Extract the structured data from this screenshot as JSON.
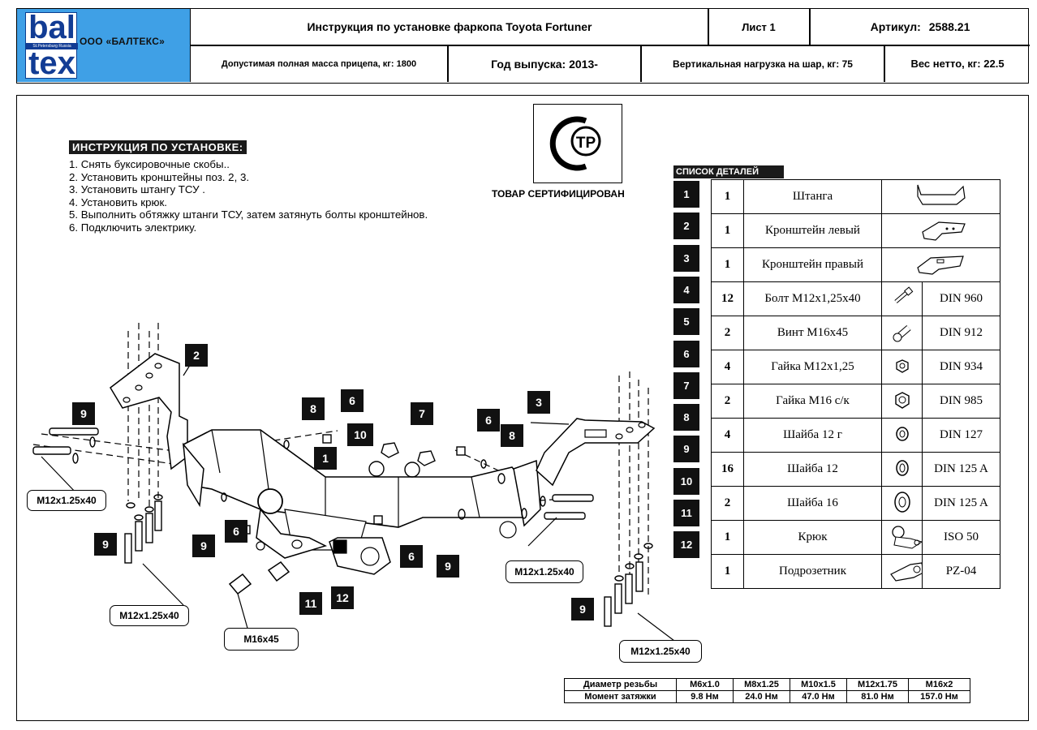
{
  "header": {
    "logo_top": "bal",
    "logo_strip": "St.Petersburg Russia",
    "logo_bottom": "tex",
    "company": "ООО «БАЛТЕКС»",
    "title": "Инструкция по установке фаркопа Toyota Fortuner",
    "sheet": "Лист 1",
    "article_label": "Артикул:",
    "article_value": "2588.21",
    "max_mass": "Допустимая полная масса прицепа, кг: 1800",
    "year": "Год выпуска: 2013-",
    "vertical_load": "Вертикальная нагрузка на шар, кг: 75",
    "net_weight": "Вес нетто, кг: 22.5"
  },
  "instructions": {
    "title": "ИНСТРУКЦИЯ ПО УСТАНОВКЕ:",
    "steps": [
      "1. Снять буксировочные скобы..",
      "2. Установить кронштейны поз. 2, 3.",
      "3. Установить штангу ТСУ .",
      "4. Установить крюк.",
      "5. Выполнить обтяжку штанги ТСУ, затем затянуть болты кронштейнов.",
      "6. Подключить электрику."
    ]
  },
  "certificate": {
    "mark": "ТР",
    "text": "ТОВАР СЕРТИФИЦИРОВАН"
  },
  "parts_list": {
    "title": "СПИСОК ДЕТАЛЕЙ",
    "items": [
      {
        "no": "1",
        "qty": "1",
        "name": "Штанга",
        "std": "",
        "icon": "hitch-bar-icon"
      },
      {
        "no": "2",
        "qty": "1",
        "name": "Кронштейн левый",
        "std": "",
        "icon": "left-bracket-icon"
      },
      {
        "no": "3",
        "qty": "1",
        "name": "Кронштейн правый",
        "std": "",
        "icon": "right-bracket-icon"
      },
      {
        "no": "4",
        "qty": "12",
        "name": "Болт М12х1,25х40",
        "std": "DIN 960",
        "icon": "bolt-icon"
      },
      {
        "no": "5",
        "qty": "2",
        "name": "Винт М16х45",
        "std": "DIN 912",
        "icon": "screw-icon"
      },
      {
        "no": "6",
        "qty": "4",
        "name": "Гайка М12х1,25",
        "std": "DIN 934",
        "icon": "nut-icon"
      },
      {
        "no": "7",
        "qty": "2",
        "name": "Гайка М16 с/к",
        "std": "DIN 985",
        "icon": "lock-nut-icon"
      },
      {
        "no": "8",
        "qty": "4",
        "name": "Шайба 12 г",
        "std": "DIN 127",
        "icon": "spring-washer-icon"
      },
      {
        "no": "9",
        "qty": "16",
        "name": "Шайба 12",
        "std": "DIN 125 A",
        "icon": "washer-icon"
      },
      {
        "no": "10",
        "qty": "2",
        "name": "Шайба 16",
        "std": "DIN 125 A",
        "icon": "large-washer-icon"
      },
      {
        "no": "11",
        "qty": "1",
        "name": "Крюк",
        "std": "ISO 50",
        "icon": "tow-ball-icon"
      },
      {
        "no": "12",
        "qty": "1",
        "name": "Подрозетник",
        "std": "PZ-04",
        "icon": "socket-plate-icon"
      }
    ]
  },
  "diagram": {
    "callouts": {
      "m12_left": "M12x1.25x40",
      "m12_bottom_left": "M12x1.25x40",
      "m16": "M16x45",
      "m12_mid_right": "M12x1.25x40",
      "m12_bottom_right": "M12x1.25x40"
    },
    "numbers": [
      "2",
      "9",
      "8",
      "6",
      "7",
      "10",
      "1",
      "6",
      "8",
      "3",
      "9",
      "9",
      "6",
      "6",
      "9",
      "11",
      "12",
      "9"
    ]
  },
  "torque": {
    "row1_label": "Диаметр резьбы",
    "row2_label": "Момент затяжки",
    "threads": [
      "M6x1.0",
      "M8x1.25",
      "M10x1.5",
      "M12x1.75",
      "M16x2"
    ],
    "moments": [
      "9.8 Нм",
      "24.0 Нм",
      "47.0 Нм",
      "81.0 Нм",
      "157.0 Нм"
    ]
  }
}
